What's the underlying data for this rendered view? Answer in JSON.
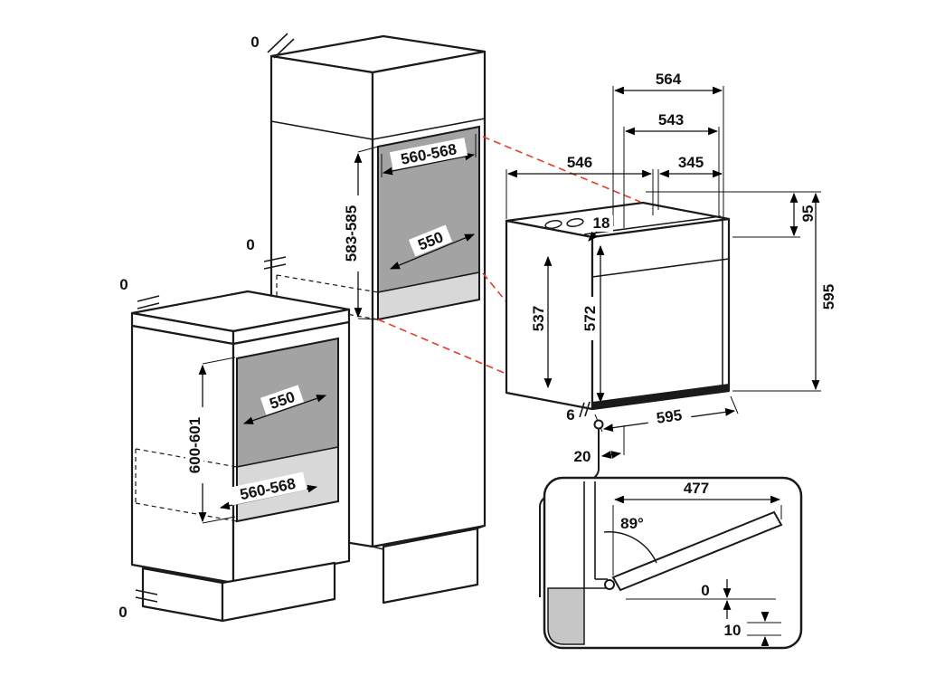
{
  "diagram": {
    "type": "installation-diagram",
    "product": "built-in oven with cabinet niches and door-opening detail",
    "colors": {
      "line": "#1a1a1a",
      "projection": "#e23d28",
      "niche_back": "#a3a3a3",
      "niche_floor": "#d8d8d8",
      "detail_gray": "#c6c6c6",
      "background": "#ffffff"
    },
    "tall_unit": {
      "clearance_top": "0",
      "niche_width": "560-568",
      "niche_height": "583-585",
      "niche_depth": "550",
      "clearance_side": "0"
    },
    "base_unit": {
      "clearance_top": "0",
      "niche_depth": "550",
      "niche_height": "600-601",
      "niche_width": "560-568",
      "clearance_bottom": "0"
    },
    "oven": {
      "depth_with_door": "564",
      "depth_body": "543",
      "depth_546": "546",
      "depth_345": "345",
      "control_panel_height": "95",
      "trim_18": "18",
      "height_537": "537",
      "height_572": "572",
      "height_total": "595",
      "width_total": "595",
      "gap_6": "6",
      "clearance_20": "20"
    },
    "door_detail": {
      "door_length": "477",
      "opening_angle": "89°",
      "clearance_front": "0",
      "clearance_bottom": "10"
    }
  }
}
